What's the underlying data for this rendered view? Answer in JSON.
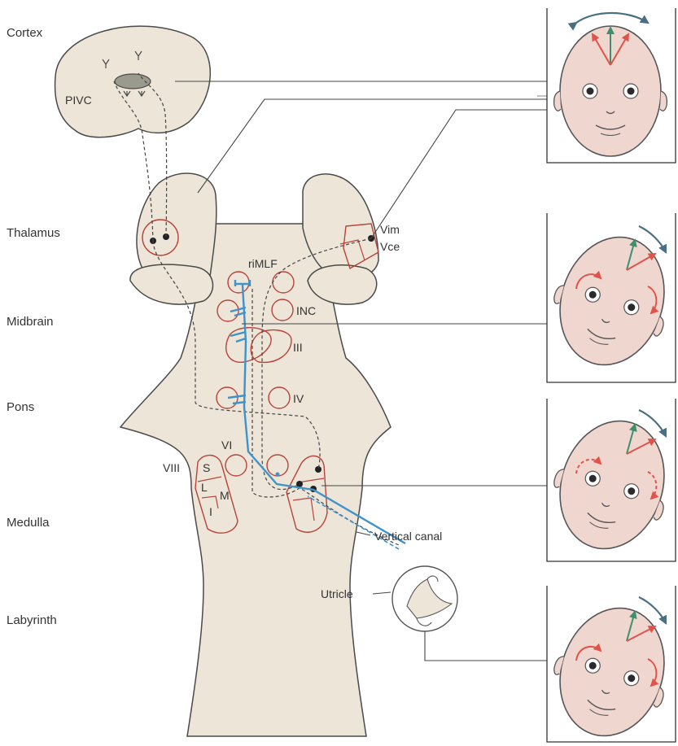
{
  "regions": {
    "cortex": "Cortex",
    "thalamus": "Thalamus",
    "midbrain": "Midbrain",
    "pons": "Pons",
    "medulla": "Medulla",
    "labyrinth": "Labyrinth"
  },
  "structures": {
    "pivc": "PIVC",
    "vim": "Vim",
    "vce": "Vce",
    "rimlf": "riMLF",
    "inc": "INC",
    "iii": "III",
    "iv": "IV",
    "vi": "VI",
    "viii": "VIII",
    "s": "S",
    "l": "L",
    "m": "M",
    "i": "I",
    "vertical_canal": "Vertical canal",
    "utricle": "Utricle"
  },
  "colors": {
    "tissue": "#ede6d8",
    "outline": "#4a4a4a",
    "nucleus": "#b8433a",
    "pathway": "#3f93c9",
    "skin": "#efd6cf",
    "red_arrow": "#e0534a",
    "green_arrow": "#3f8f6e",
    "curve_arrow": "#4a6f82"
  }
}
